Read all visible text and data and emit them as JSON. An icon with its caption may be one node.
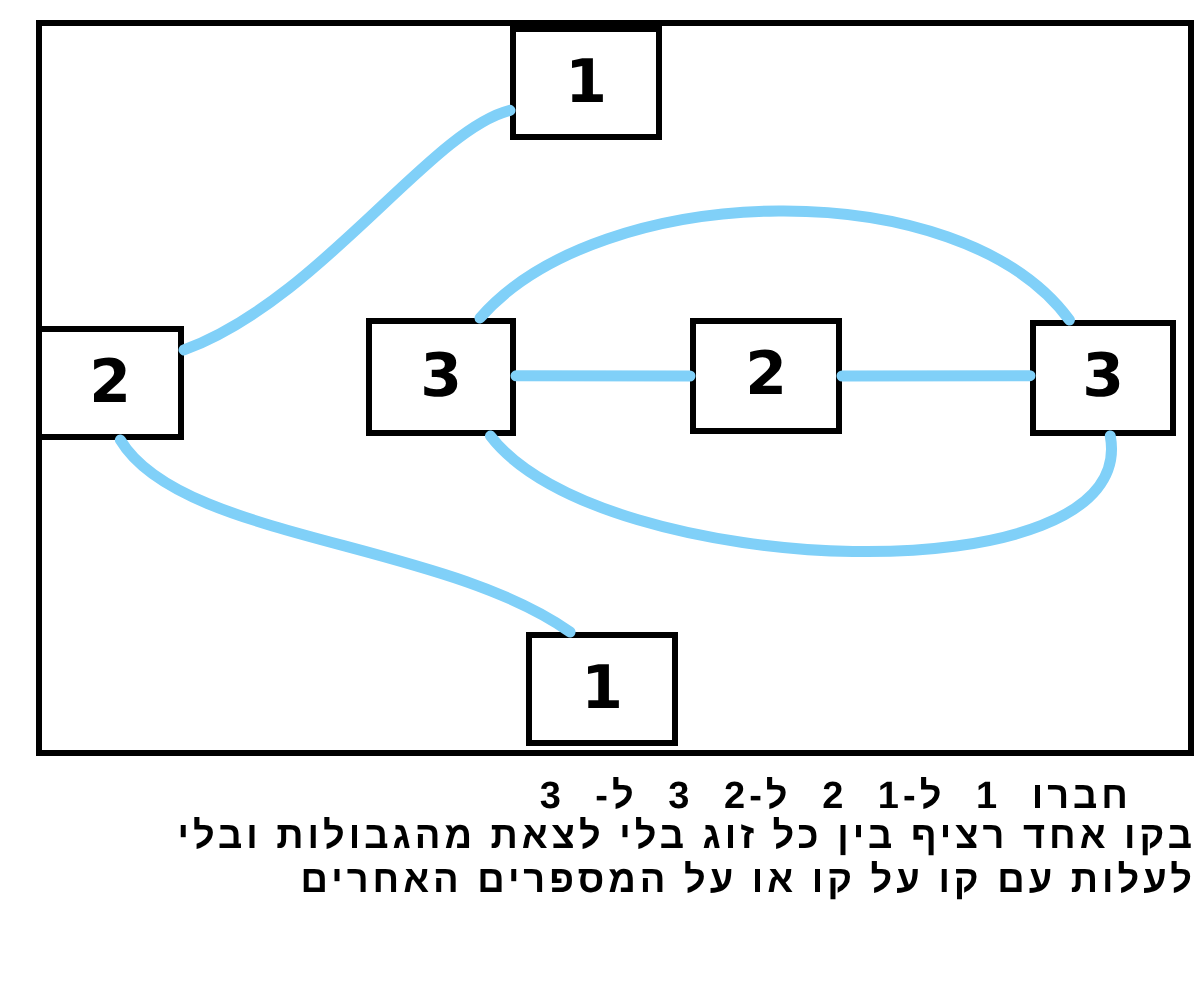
{
  "diagram": {
    "nodes": [
      {
        "text": [
          "1"
        ]
      },
      {
        "text": [
          "2"
        ]
      },
      {
        "text": [
          "3"
        ]
      },
      {
        "text": [
          "2"
        ]
      },
      {
        "text": [
          "3"
        ]
      },
      {
        "text": [
          "1"
        ]
      }
    ],
    "edges": [
      {
        "from": 0,
        "to": 1,
        "arrow": "none"
      },
      {
        "from": 1,
        "to": 5,
        "arrow": "none"
      },
      {
        "from": 2,
        "to": 4,
        "arrow": "none"
      },
      {
        "from": 2,
        "to": 3,
        "arrow": "none"
      },
      {
        "from": 3,
        "to": 4,
        "arrow": "none"
      },
      {
        "from": 4,
        "to": 2,
        "arrow": "none"
      }
    ],
    "labels": [
      "חברו 1 ל-1 2 ל-2 3 ל- 3",
      "בקו אחד רציף בין כל זוג בלי לצאת מהגבולות ובלי לעלות עם קו על קו או על המספרים האחרים"
    ]
  }
}
